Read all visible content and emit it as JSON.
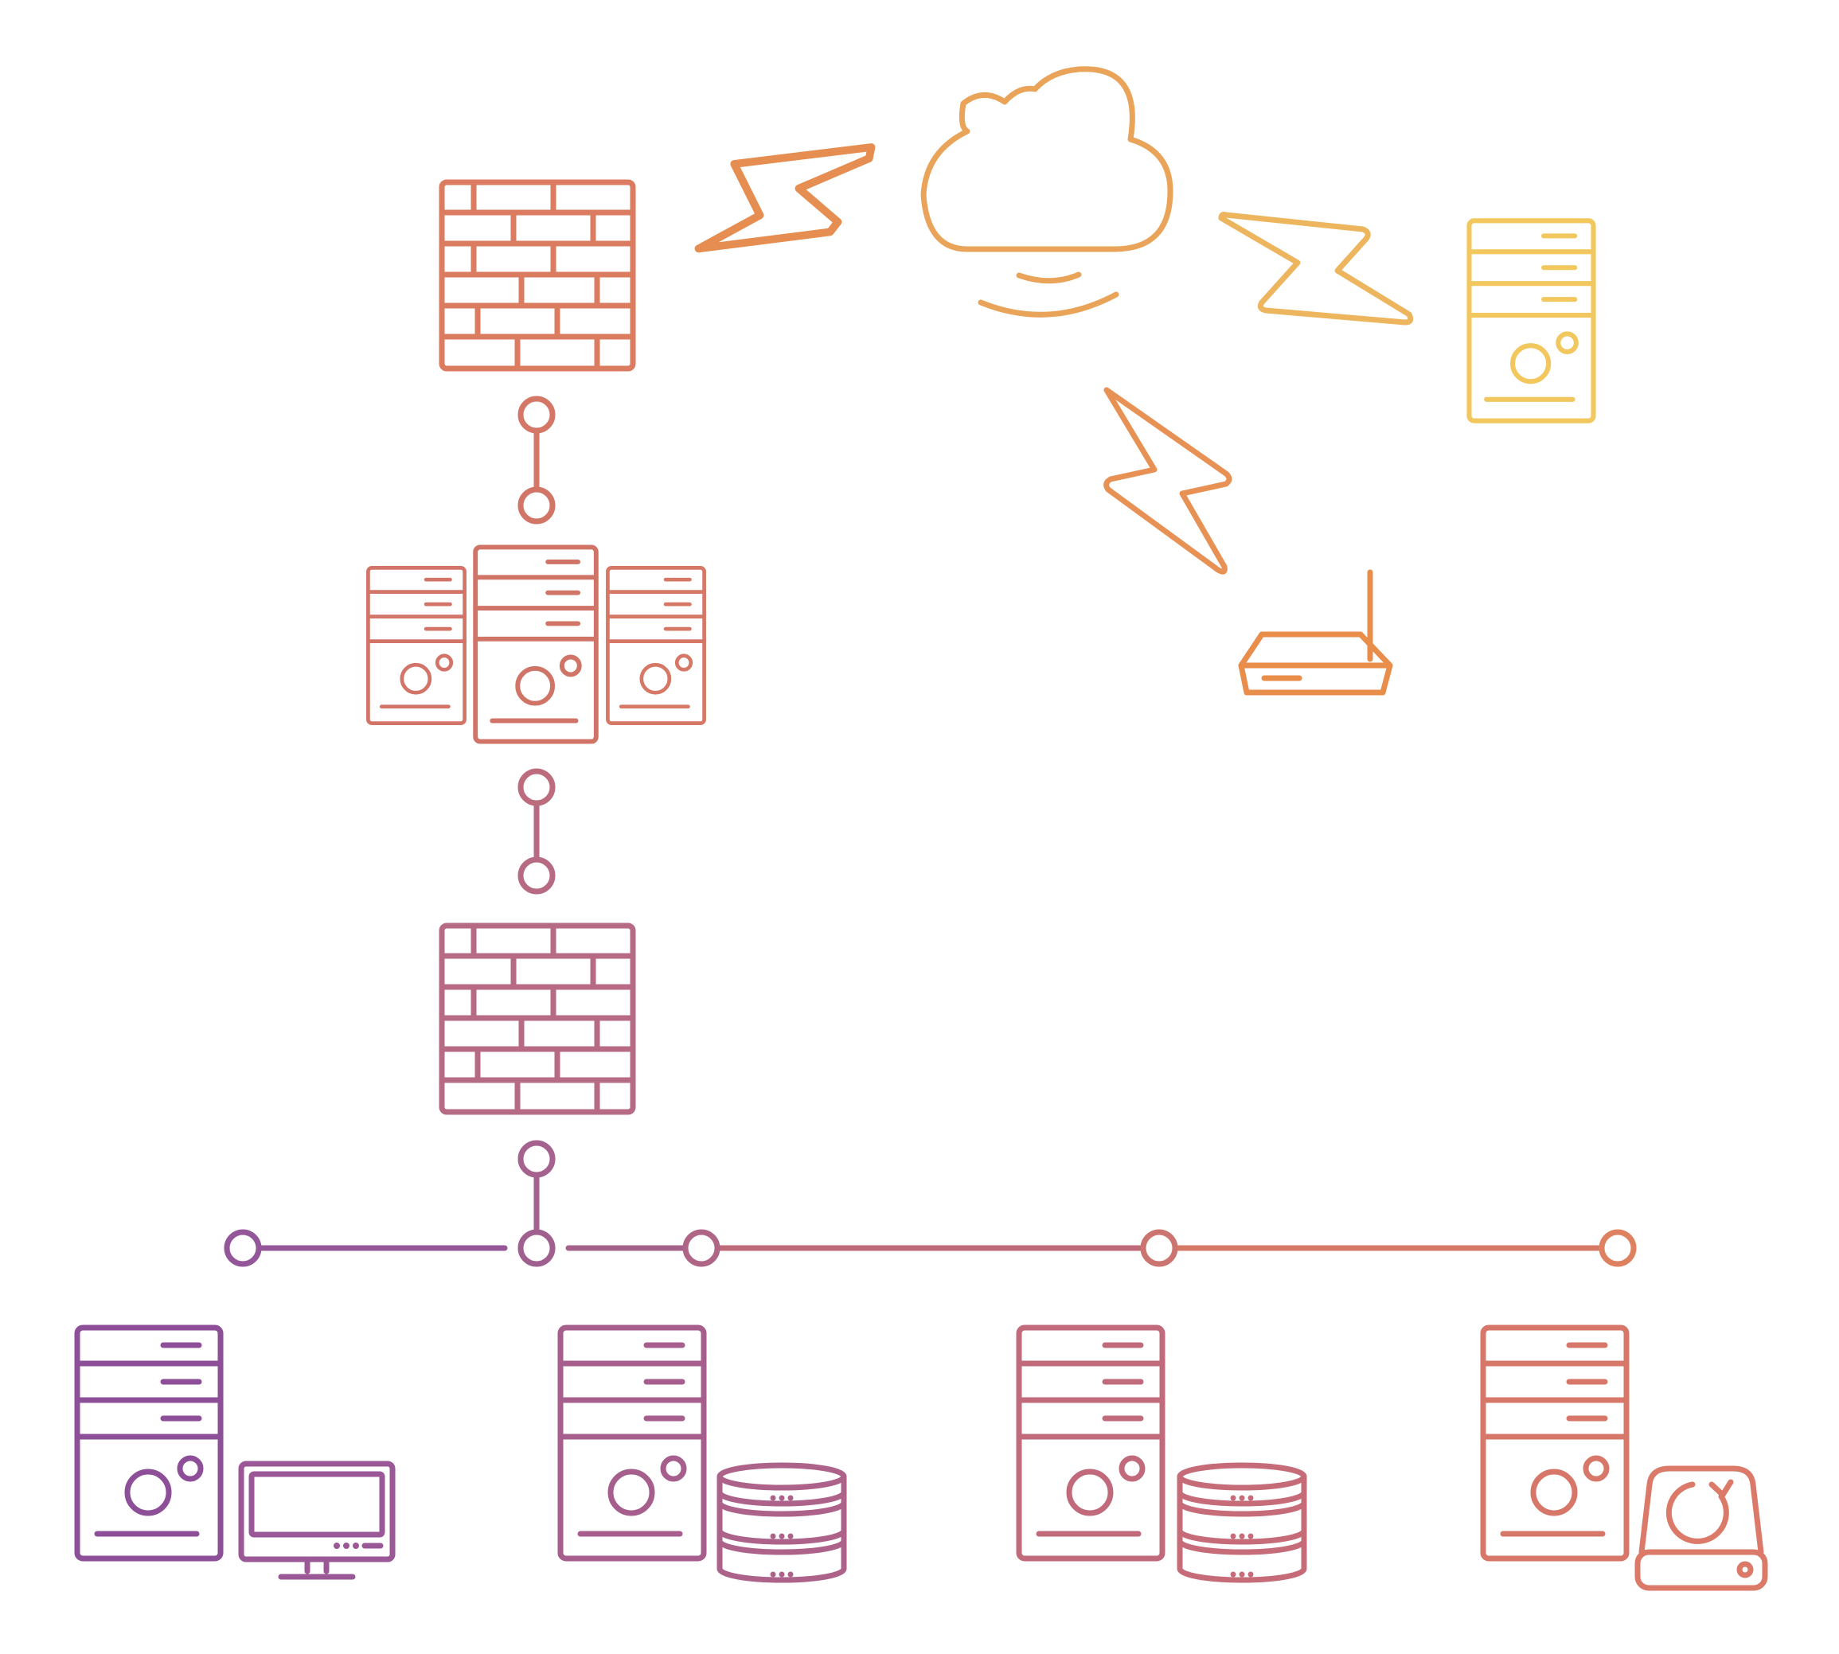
{
  "diagram": {
    "type": "network-topology",
    "palette": {
      "top_yellow": "#F1C75E",
      "orange": "#E98B4A",
      "coral": "#D97463",
      "rose": "#C5697A",
      "mauve": "#A8608F",
      "purple": "#8E4E9A"
    },
    "nodes": [
      {
        "id": "cloud",
        "icon": "cloud-icon"
      },
      {
        "id": "firewall-top",
        "icon": "brick-firewall-icon"
      },
      {
        "id": "server-cluster",
        "icon": "server-cluster-icon"
      },
      {
        "id": "firewall-bottom",
        "icon": "brick-firewall-icon"
      },
      {
        "id": "remote-server",
        "icon": "server-tower-icon"
      },
      {
        "id": "wireless-router",
        "icon": "router-icon"
      },
      {
        "id": "workstation",
        "icon": "server-with-monitor-icon"
      },
      {
        "id": "database-server-1",
        "icon": "server-with-database-icon"
      },
      {
        "id": "database-server-2",
        "icon": "server-with-database-icon"
      },
      {
        "id": "backup-server",
        "icon": "server-with-backup-drive-icon"
      }
    ],
    "links": [
      {
        "from": "firewall-top",
        "to": "cloud",
        "kind": "wireless"
      },
      {
        "from": "cloud",
        "to": "remote-server",
        "kind": "wireless"
      },
      {
        "from": "cloud",
        "to": "wireless-router",
        "kind": "wireless"
      },
      {
        "from": "firewall-top",
        "to": "server-cluster",
        "kind": "wired"
      },
      {
        "from": "server-cluster",
        "to": "firewall-bottom",
        "kind": "wired"
      },
      {
        "from": "firewall-bottom",
        "to": "lan-bus",
        "kind": "wired"
      },
      {
        "from": "lan-bus",
        "to": "workstation",
        "kind": "wired"
      },
      {
        "from": "lan-bus",
        "to": "database-server-1",
        "kind": "wired"
      },
      {
        "from": "lan-bus",
        "to": "database-server-2",
        "kind": "wired"
      },
      {
        "from": "lan-bus",
        "to": "backup-server",
        "kind": "wired"
      }
    ]
  }
}
